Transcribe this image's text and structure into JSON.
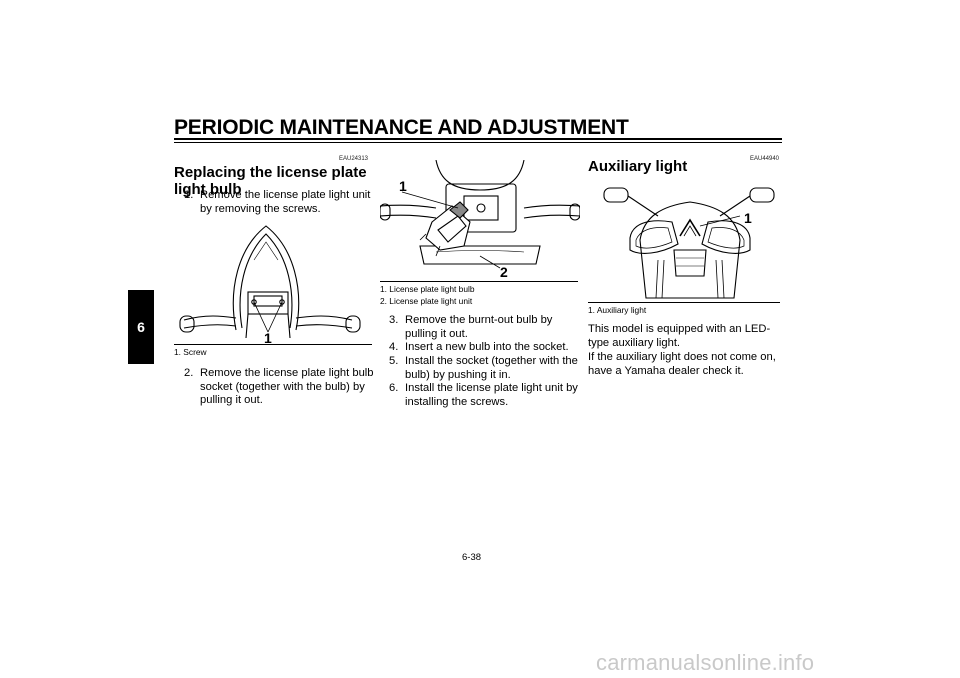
{
  "header": {
    "title": "PERIODIC MAINTENANCE AND ADJUSTMENT"
  },
  "chapter_tab": "6",
  "col1": {
    "code": "EAU24313",
    "heading": "Replacing the license plate light bulb",
    "step1_num": "1.",
    "step1_text": "Remove the license plate light unit by removing the screws.",
    "figure_callout": "1",
    "caption": "1. Screw",
    "step2_num": "2.",
    "step2_text": "Remove the license plate light bulb socket (together with the bulb) by pulling it out."
  },
  "col2": {
    "callout_1": "1",
    "callout_2": "2",
    "caption_1": "1. License plate light bulb",
    "caption_2": "2. License plate light unit",
    "steps": [
      {
        "num": "3.",
        "text": "Remove the burnt-out bulb by pulling it out."
      },
      {
        "num": "4.",
        "text": "Insert a new bulb into the socket."
      },
      {
        "num": "5.",
        "text": "Install the socket (together with the bulb) by pushing it in."
      },
      {
        "num": "6.",
        "text": "Install the license plate light unit by installing the screws."
      }
    ]
  },
  "col3": {
    "code": "EAU44940",
    "heading": "Auxiliary light",
    "figure_callout": "1",
    "caption": "1. Auxiliary light",
    "paragraph_1": "This model is equipped with an LED-type auxiliary light.",
    "paragraph_2": "If the auxiliary light does not come on, have a Yamaha dealer check it."
  },
  "page_number": "6-38",
  "watermark": "carmanualsonline.info"
}
